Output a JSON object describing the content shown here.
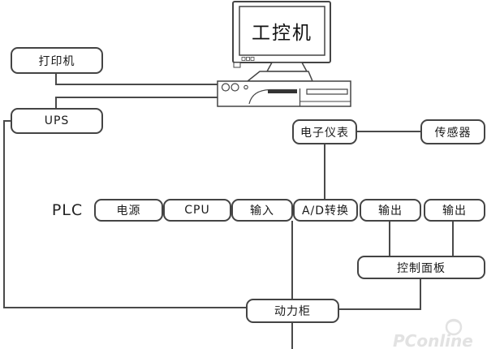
{
  "diagram": {
    "computer": {
      "label": "工控机"
    },
    "printer": {
      "label": "打印机"
    },
    "ups": {
      "label": "UPS"
    },
    "meter": {
      "label": "电子仪表"
    },
    "sensor": {
      "label": "传感器"
    },
    "plc": {
      "label": "PLC",
      "modules": [
        {
          "label": "电源"
        },
        {
          "label": "CPU"
        },
        {
          "label": "输入"
        },
        {
          "label": "A/D转换"
        },
        {
          "label": "输出"
        },
        {
          "label": "输出"
        }
      ]
    },
    "control_panel": {
      "label": "控制面板"
    },
    "power_cabinet": {
      "label": "动力柜"
    }
  },
  "watermark": {
    "label": "PConline"
  },
  "colors": {
    "line": "#4a4a4a",
    "box_border": "#444444",
    "box_fill": "#ffffff",
    "text": "#1a1a1a",
    "slot_dark": "#333333",
    "watermark": "#e2e2e2"
  }
}
